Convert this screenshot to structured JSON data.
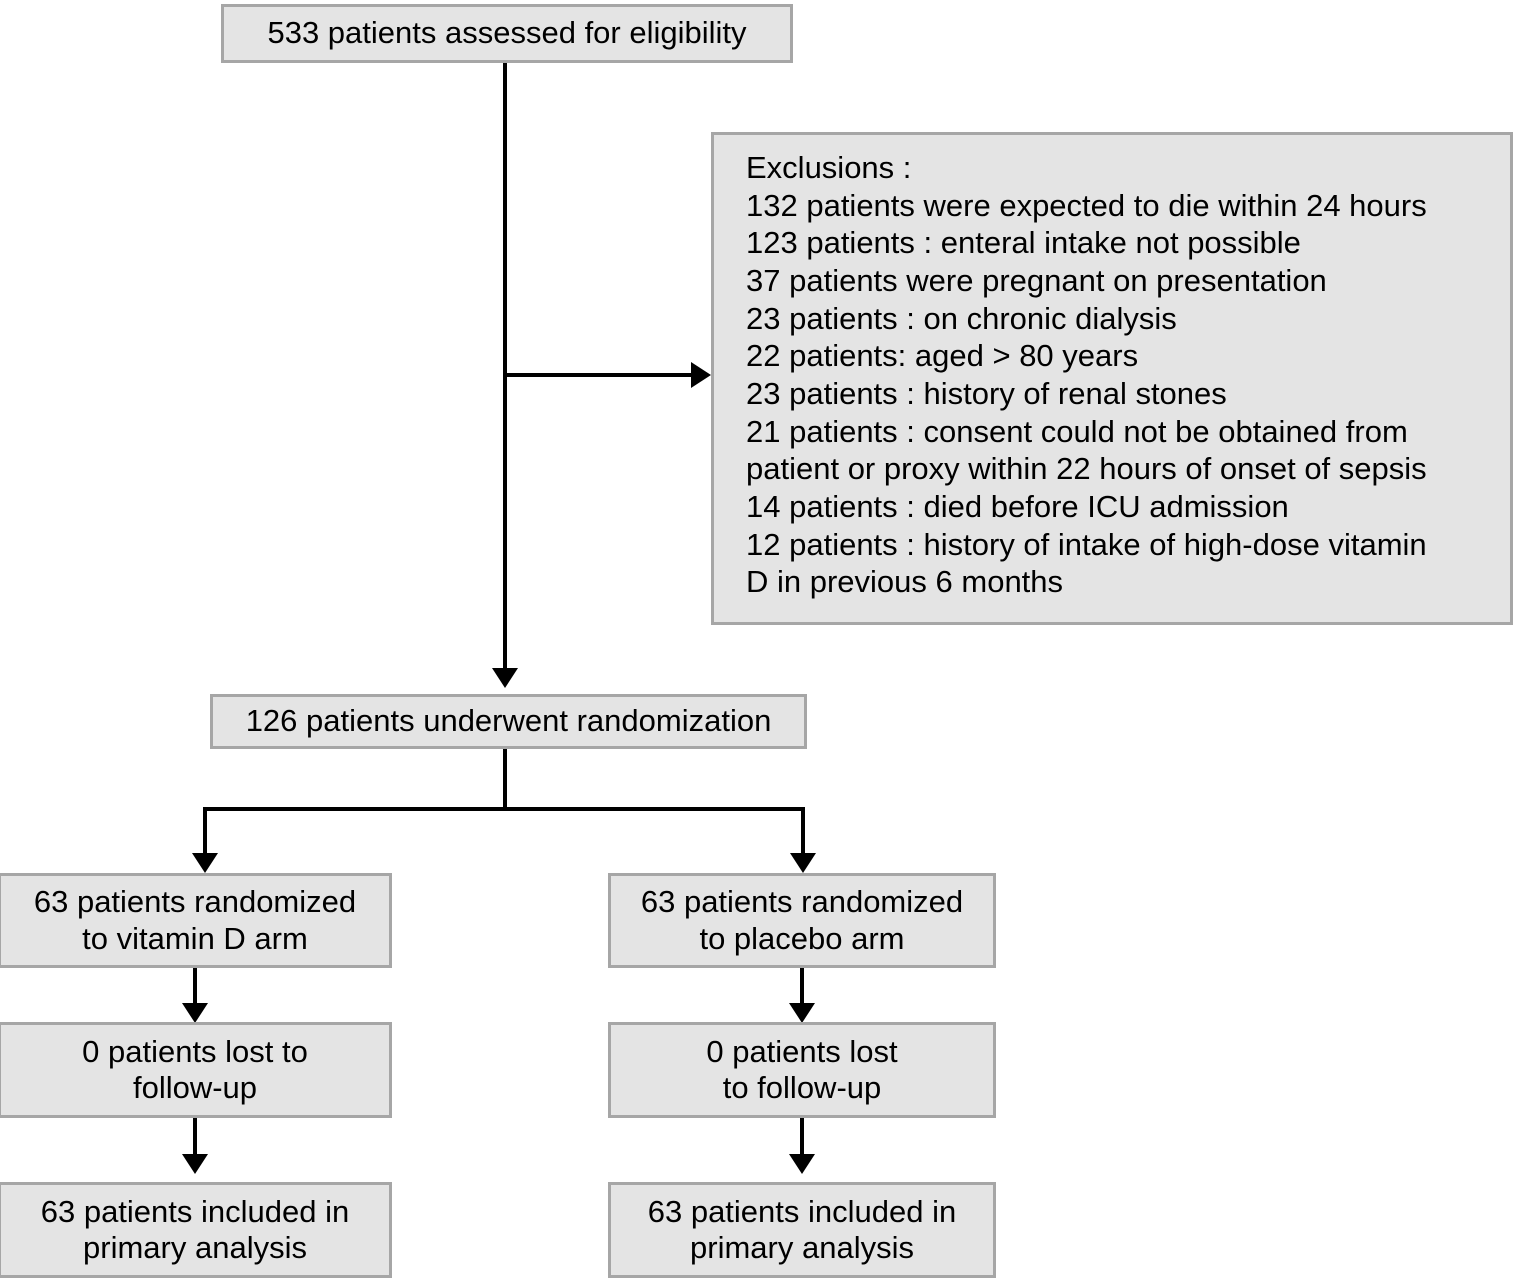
{
  "diagram": {
    "type": "consort-flow-diagram",
    "nodes": {
      "assessed": {
        "label": "533 patients assessed for eligibility",
        "count": 533
      },
      "exclusions": {
        "heading": "Exclusions :",
        "items": [
          "132 patients were expected to die within 24 hours",
          "123 patients : enteral intake not possible",
          "37 patients were pregnant on presentation",
          "23 patients : on chronic dialysis",
          "22 patients: aged > 80 years",
          "23 patients : history of renal stones",
          "21 patients : consent could not be obtained from",
          "patient or proxy within 22 hours of onset of sepsis",
          "14 patients : died before ICU admission",
          "12 patients : history of intake of high-dose vitamin",
          "D in previous 6 months"
        ],
        "text": "Exclusions :\n132 patients were expected to die within 24 hours\n123 patients : enteral intake not possible\n37 patients were pregnant on presentation\n23 patients : on chronic dialysis\n22 patients: aged > 80 years\n23 patients : history of renal stones\n21 patients : consent could not be obtained from\npatient or proxy within 22 hours of onset of sepsis\n14 patients : died before ICU admission\n12 patients : history of intake of high-dose vitamin\nD in previous 6 months"
      },
      "randomized": {
        "label": "126 patients underwent randomization",
        "count": 126
      },
      "arm_vitamin_d": {
        "label": "63 patients randomized\nto vitamin D arm",
        "count": 63
      },
      "arm_placebo": {
        "label": "63 patients randomized\nto placebo arm",
        "count": 63
      },
      "lost_vitamin_d": {
        "label": "0 patients lost to\nfollow-up",
        "count": 0
      },
      "lost_placebo": {
        "label": "0 patients lost\nto follow-up",
        "count": 0
      },
      "analyzed_vitamin_d": {
        "label": "63 patients included in\nprimary analysis",
        "count": 63
      },
      "analyzed_placebo": {
        "label": "63 patients included in\nprimary analysis",
        "count": 63
      }
    },
    "colors": {
      "box_fill": "#e4e4e4",
      "box_border": "#a6a6a6",
      "connector": "#000000",
      "text": "#000000",
      "background": "#ffffff"
    }
  }
}
